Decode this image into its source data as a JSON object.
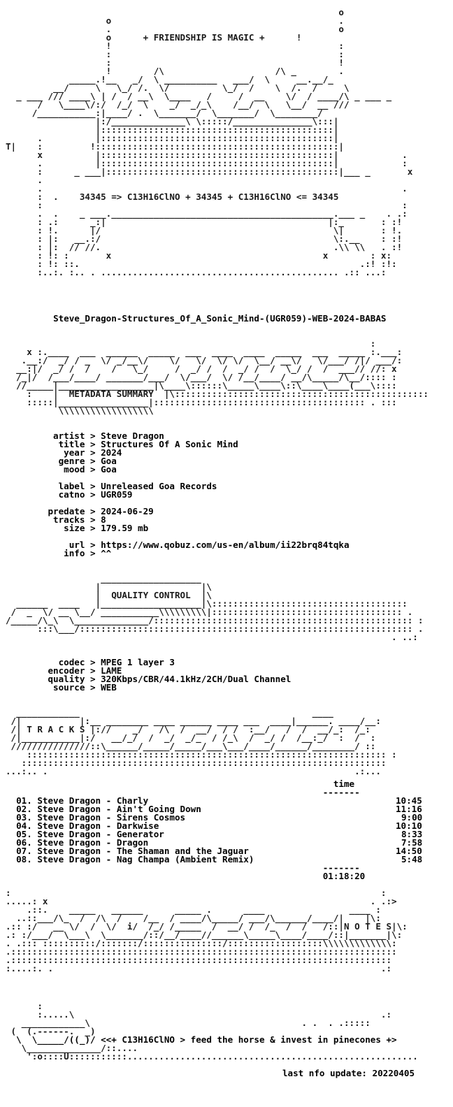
{
  "release": "Steve_Dragon-Structures_Of_A_Sonic_Mind-(UGR059)-WEB-2024-BABAS",
  "header": {
    "banner": "+ FRIENDSHIP IS MAGIC +",
    "formula": "34345 => C13H16ClNO + 34345 + C13H16ClNO <= 34345"
  },
  "sections": {
    "metadata": "METADATA SUMMARY",
    "quality": "QUALITY CONTROL",
    "tracks": "T R A C K S",
    "notes": "N O T E S"
  },
  "metadata": [
    {
      "key": "artist",
      "value": "Steve Dragon"
    },
    {
      "key": "title",
      "value": "Structures Of A Sonic Mind"
    },
    {
      "key": "year",
      "value": "2024"
    },
    {
      "key": "genre",
      "value": "Goa"
    },
    {
      "key": "mood",
      "value": "Goa"
    },
    {
      "key": "label",
      "value": "Unreleased Goa Records"
    },
    {
      "key": "catno",
      "value": "UGR059"
    },
    {
      "key": "predate",
      "value": "2024-06-29"
    },
    {
      "key": "tracks",
      "value": "8"
    },
    {
      "key": "size",
      "value": "179.59 mb"
    },
    {
      "key": "url",
      "value": "https://www.qobuz.com/us-en/album/ii22brq84tqka"
    },
    {
      "key": "info",
      "value": "^^"
    }
  ],
  "quality": [
    {
      "key": "codec",
      "value": "MPEG 1 layer 3"
    },
    {
      "key": "encoder",
      "value": "LAME"
    },
    {
      "key": "quality",
      "value": "320Kbps/CBR/44.1kHz/2CH/Dual Channel"
    },
    {
      "key": "source",
      "value": "WEB"
    }
  ],
  "tracklist": {
    "time_header": "time",
    "separator": "-------",
    "items": [
      {
        "no": "01.",
        "artist": "Steve Dragon",
        "title": "Charly",
        "time": "10:45"
      },
      {
        "no": "02.",
        "artist": "Steve Dragon",
        "title": "Ain't Going Down",
        "time": "11:16"
      },
      {
        "no": "03.",
        "artist": "Steve Dragon",
        "title": "Sirens Cosmos",
        "time": "9:00"
      },
      {
        "no": "04.",
        "artist": "Steve Dragon",
        "title": "Darkwise",
        "time": "10:10"
      },
      {
        "no": "05.",
        "artist": "Steve Dragon",
        "title": "Generator",
        "time": "8:33"
      },
      {
        "no": "06.",
        "artist": "Steve Dragon",
        "title": "Dragon",
        "time": "7:58"
      },
      {
        "no": "07.",
        "artist": "Steve Dragon",
        "title": "The Shaman and the Jaguar",
        "time": "14:50"
      },
      {
        "no": "08.",
        "artist": "Steve Dragon",
        "title": "Nag Champa (Ambient Remix)",
        "time": "5:48"
      }
    ],
    "total": "01:18:20"
  },
  "footer": {
    "motto": "<<+ C13H16ClNO > feed the horse & invest in pinecones +>",
    "update": "last nfo update: 20220405"
  }
}
